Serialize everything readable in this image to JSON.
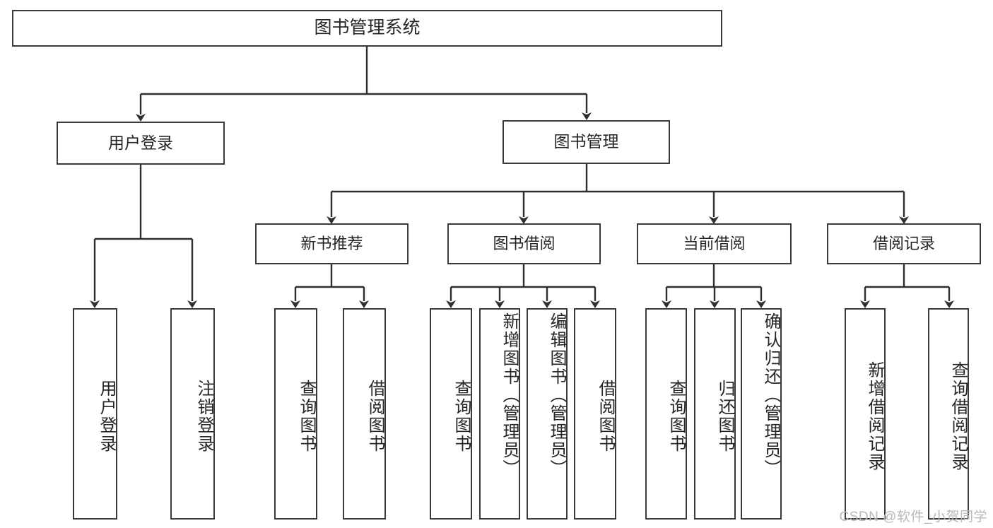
{
  "diagram": {
    "title": "图书管理系统",
    "type": "tree-hierarchy",
    "watermark": "CSDN @软件_小贺同学",
    "colors": {
      "border": "#3a3a3a",
      "background": "#ffffff",
      "text": "#262626",
      "wire": "#2f2f2f",
      "watermark": "#b9b9b9"
    }
  },
  "root": {
    "label": "图书管理系统"
  },
  "level1": [
    {
      "label": "用户登录"
    },
    {
      "label": "图书管理"
    }
  ],
  "level2": [
    {
      "label": "新书推荐"
    },
    {
      "label": "图书借阅"
    },
    {
      "label": "当前借阅"
    },
    {
      "label": "借阅记录"
    }
  ],
  "leaves": {
    "user_login": [
      {
        "label": "用户登录"
      },
      {
        "label": "注销登录"
      }
    ],
    "new_book_recommend": [
      {
        "label": "查询图书"
      },
      {
        "label": "借阅图书"
      }
    ],
    "book_borrow": [
      {
        "label": "查询图书"
      },
      {
        "label": "新增图书（管理员）"
      },
      {
        "label": "编辑图书（管理员）"
      },
      {
        "label": "借阅图书"
      }
    ],
    "current_borrow": [
      {
        "label": "查询图书"
      },
      {
        "label": "归还图书"
      },
      {
        "label": "确认归还（管理员）"
      }
    ],
    "borrow_record": [
      {
        "label": "新增借阅记录"
      },
      {
        "label": "查询借阅记录"
      }
    ]
  }
}
